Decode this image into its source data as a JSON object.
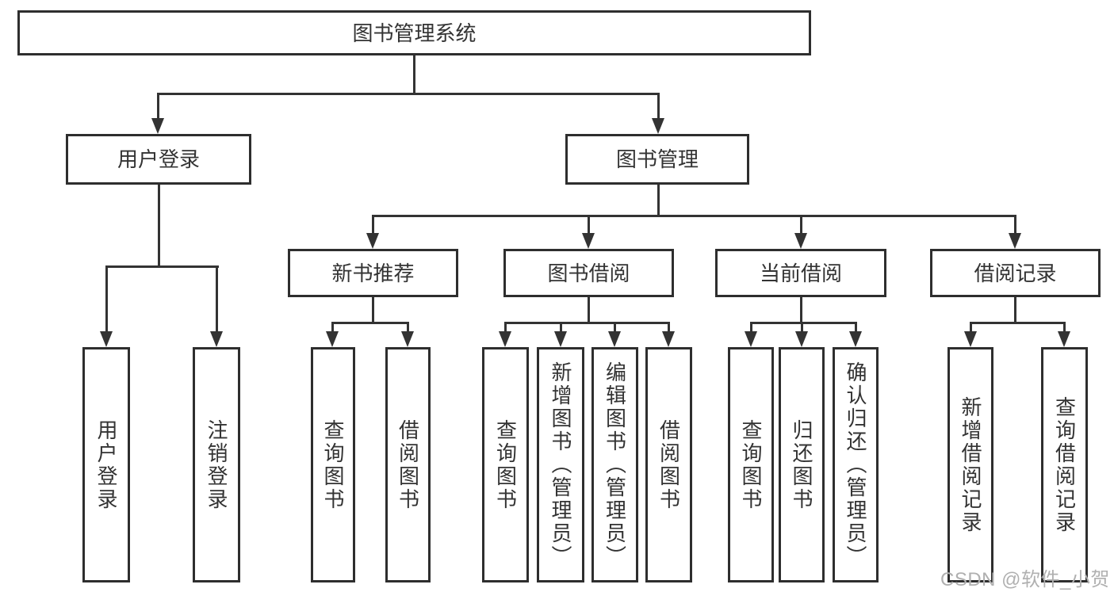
{
  "watermark": "CSDN @软件_小贺同学",
  "colors": {
    "background": "#ffffff",
    "box_border": "#2e2e2e",
    "connector_line": "#333333",
    "text": "#333333",
    "watermark_text": "#b0b0b0"
  },
  "tree": {
    "label": "图书管理系统",
    "children": [
      {
        "label": "用户登录",
        "children": [
          {
            "label": "用户登录"
          },
          {
            "label": "注销登录"
          }
        ]
      },
      {
        "label": "图书管理",
        "children": [
          {
            "label": "新书推荐",
            "children": [
              {
                "label": "查询图书"
              },
              {
                "label": "借阅图书"
              }
            ]
          },
          {
            "label": "图书借阅",
            "children": [
              {
                "label": "查询图书"
              },
              {
                "label": "新增图书（管理员）"
              },
              {
                "label": "编辑图书（管理员）"
              },
              {
                "label": "借阅图书"
              }
            ]
          },
          {
            "label": "当前借阅",
            "children": [
              {
                "label": "查询图书"
              },
              {
                "label": "归还图书"
              },
              {
                "label": "确认归还（管理员）"
              }
            ]
          },
          {
            "label": "借阅记录",
            "children": [
              {
                "label": "新增借阅记录"
              },
              {
                "label": "查询借阅记录"
              }
            ]
          }
        ]
      }
    ]
  }
}
